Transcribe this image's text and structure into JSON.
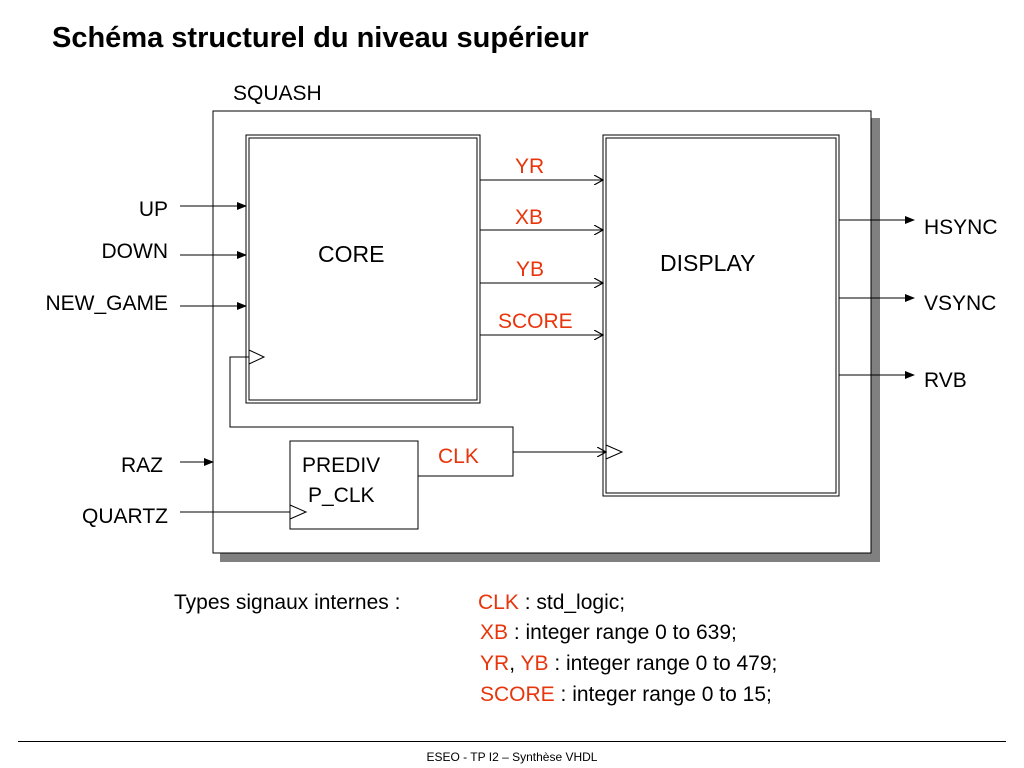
{
  "title": "Schéma structurel du niveau supérieur",
  "diagram": {
    "top_label": "SQUASH",
    "blocks": {
      "core": "CORE",
      "display": "DISPLAY",
      "prediv_line1": "PREDIV",
      "prediv_line2": "P_CLK"
    },
    "inputs": [
      "UP",
      "DOWN",
      "NEW_GAME",
      "RAZ",
      "QUARTZ"
    ],
    "outputs": [
      "HSYNC",
      "VSYNC",
      "RVB"
    ],
    "internal_signals": [
      "YR",
      "XB",
      "YB",
      "SCORE"
    ],
    "clock_signal": "CLK"
  },
  "types": {
    "heading": "Types signaux internes :",
    "lines": [
      {
        "names": [
          "CLK"
        ],
        "decl": " : std_logic;"
      },
      {
        "names": [
          "XB"
        ],
        "decl": " : integer range 0 to 639;"
      },
      {
        "names": [
          "YR",
          "YB"
        ],
        "decl": " : integer range 0 to 479;"
      },
      {
        "names": [
          "SCORE"
        ],
        "decl": " : integer range 0 to 15;"
      }
    ],
    "separator": ", "
  },
  "footer": "ESEO - TP I2 – Synthèse VHDL",
  "colors": {
    "signal_red": "#e8350c",
    "shadow": "#808080"
  }
}
